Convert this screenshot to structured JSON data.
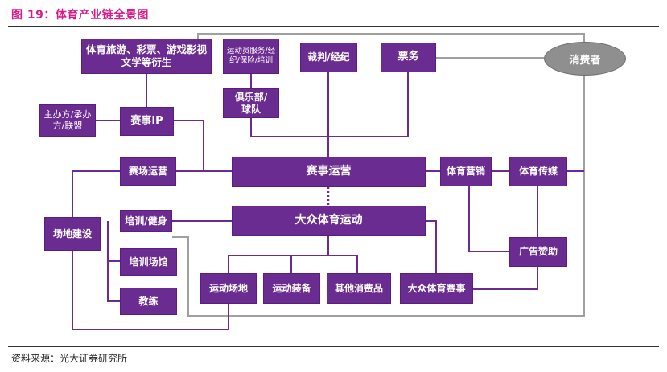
{
  "header": {
    "title": "图 19：体育产业链全景图"
  },
  "diagram": {
    "nodes": {
      "derivatives": "体育旅游、彩票、游戏影视文学等衍生",
      "athlete_services": "运动员服务/经纪/保险/培训",
      "referee": "裁判/经纪",
      "ticketing": "票务",
      "consumer": "消费者",
      "organizer": "主办方/承办方/联盟",
      "event_ip": "赛事IP",
      "club": "俱乐部/球队",
      "venue_operation": "赛场运营",
      "event_operation": "赛事运营",
      "sports_marketing": "体育营销",
      "sports_media": "体育传媒",
      "venue_construction": "场地建设",
      "training_fitness": "培训/健身",
      "mass_sports": "大众体育运动",
      "training_venue": "培训场馆",
      "coach": "教练",
      "sponsorship": "广告赞助",
      "sports_venue": "运动场地",
      "sports_equipment": "运动装备",
      "other_consumables": "其他消费品",
      "mass_events": "大众体育赛事"
    }
  },
  "footer": {
    "source": "资料来源：光大证券研究所"
  },
  "colors": {
    "box": "#6b2c91",
    "consumer": "#8f8f8f",
    "line_purple": "#6b2c91",
    "line_gray": "#a0a0a0",
    "title": "#d81b8a"
  }
}
